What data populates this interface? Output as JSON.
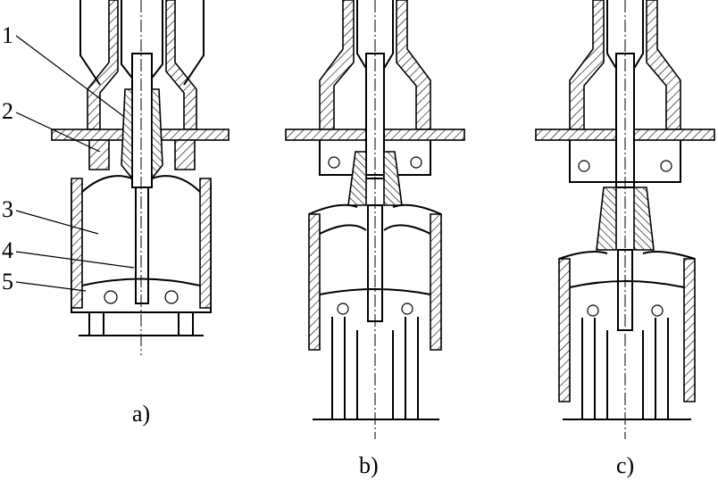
{
  "part_numbers": [
    "1",
    "2",
    "3",
    "4",
    "5"
  ],
  "subfigure_labels": [
    "a)",
    "b)",
    "c)"
  ],
  "colors": {
    "line": "#000000",
    "background": "#ffffff"
  }
}
